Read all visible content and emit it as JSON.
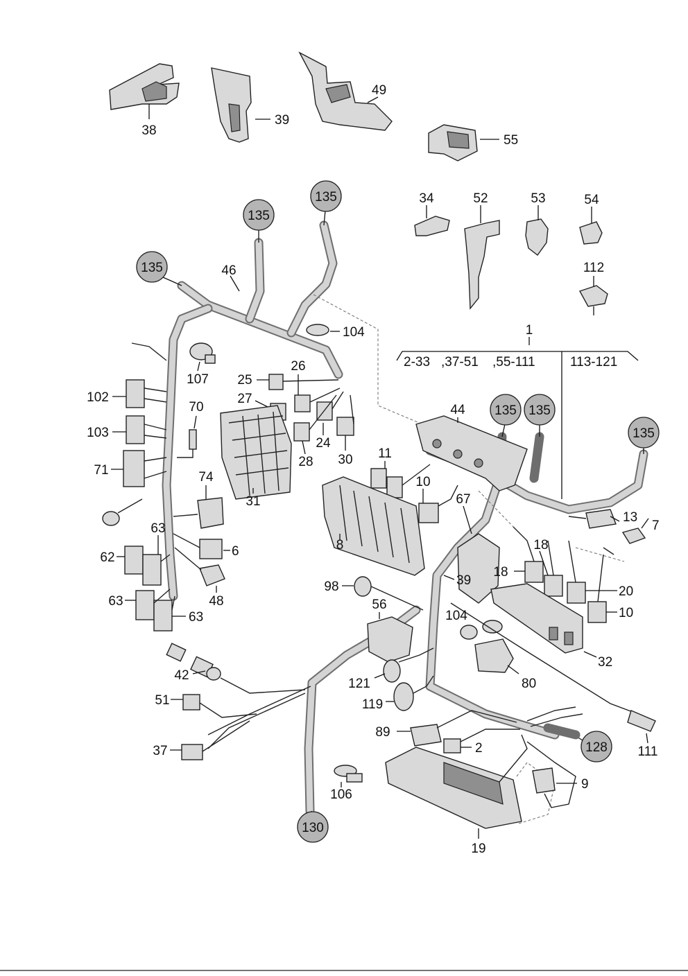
{
  "labels": {
    "l38": "38",
    "l39a": "39",
    "l49": "49",
    "l55": "55",
    "l34": "34",
    "l52": "52",
    "l53": "53",
    "l54": "54",
    "l112": "112",
    "l1": "1",
    "g1": "2-33",
    "g2": ",37-51",
    "g3": ",55-111",
    "g4": "113-121",
    "l46": "46",
    "l104a": "104",
    "l107": "107",
    "l26": "26",
    "l25": "25",
    "l27": "27",
    "l24": "24",
    "l28": "28",
    "l30": "30",
    "l31": "31",
    "l70": "70",
    "l102": "102",
    "l103": "103",
    "l71": "71",
    "l74": "74",
    "l6": "6",
    "l48": "48",
    "l63a": "63",
    "l62": "62",
    "l63b": "63",
    "l63c": "63",
    "l44": "44",
    "l11": "11",
    "l10a": "10",
    "l8": "8",
    "l67": "67",
    "l39b": "39",
    "l13": "13",
    "l7": "7",
    "l18a": "18",
    "l18b": "18",
    "l20": "20",
    "l10b": "10",
    "l98": "98",
    "l56": "56",
    "l104b": "104",
    "l32": "32",
    "l80": "80",
    "l121": "121",
    "l119": "119",
    "l42": "42",
    "l51": "51",
    "l37": "37",
    "l106": "106",
    "l89": "89",
    "l2": "2",
    "l9": "9",
    "l19": "19",
    "l111": "111"
  },
  "references": {
    "r135a": "135",
    "r135b": "135",
    "r135c": "135",
    "r135d": "135",
    "r135e": "135",
    "r135f": "135",
    "r128": "128",
    "r130": "130"
  },
  "colors": {
    "line": "#222222",
    "fill": "#d9d9d9",
    "ref_circle": "#b5b5b5"
  }
}
